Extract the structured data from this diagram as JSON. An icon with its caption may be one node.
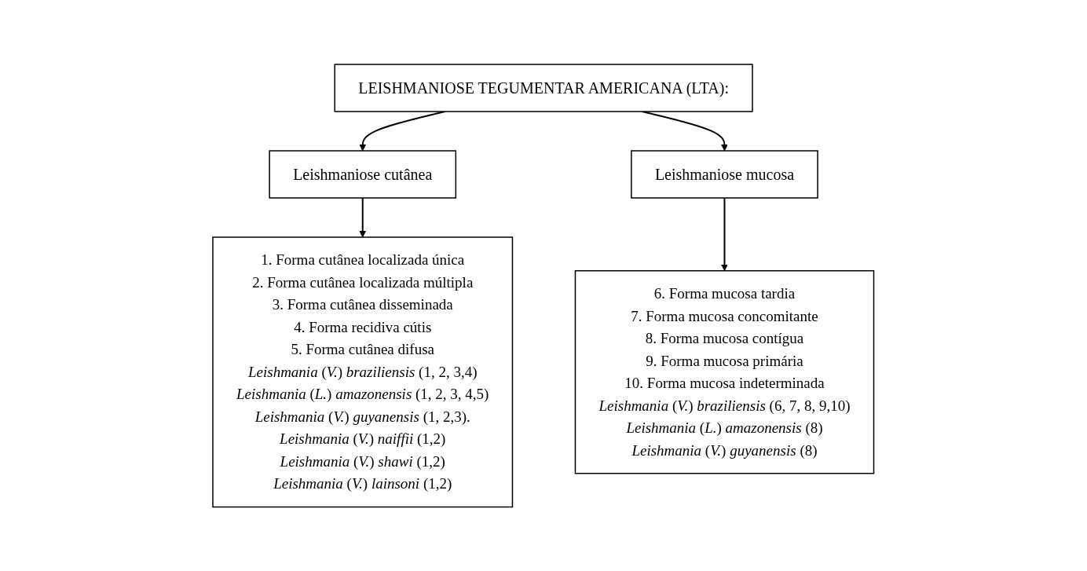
{
  "diagram": {
    "nodes": [
      {
        "text": [
          "LEISHMANIOSE TEGUMENTAR AMERICANA (LTA):"
        ]
      },
      {
        "text": [
          "Leishmaniose cutânea"
        ]
      },
      {
        "text": [
          "Leishmaniose mucosa"
        ]
      },
      {
        "text": [
          "1. Forma cutânea localizada única",
          "2. Forma cutânea localizada múltipla",
          "3. Forma cutânea disseminada",
          "4. Forma recidiva cútis",
          "5. Forma cutânea difusa",
          "*Leishmania* (*V.*) *braziliensis* (1, 2, 3,4)",
          "*Leishmania* (*L.*) *amazonensis* (1, 2, 3, 4,5)",
          "*Leishmania* (*V.*) *guyanensis* (1, 2,3).",
          "*Leishmania* (*V.*) *naiffii* (1,2)",
          "*Leishmania* (*V.*) *shawi* (1,2)",
          "*Leishmania* (*V.*) *lainsoni* (1,2)"
        ]
      },
      {
        "text": [
          "6. Forma mucosa tardia",
          "7. Forma mucosa concomitante",
          "8. Forma mucosa contígua",
          "9. Forma mucosa primária",
          "10. Forma mucosa indeterminada",
          "*Leishmania* (*V.*) *braziliensis* (6, 7, 8, 9,10)",
          "*Leishmania* (*L.*) *amazonensis* (8)",
          "*Leishmania* (*V.*) *guyanensis* (8)"
        ]
      }
    ],
    "edges": [
      {
        "from": 0,
        "to": 1,
        "arrow": "to"
      },
      {
        "from": 0,
        "to": 2,
        "arrow": "to"
      },
      {
        "from": 1,
        "to": 3,
        "arrow": "to"
      },
      {
        "from": 2,
        "to": 4,
        "arrow": "to"
      }
    ]
  }
}
